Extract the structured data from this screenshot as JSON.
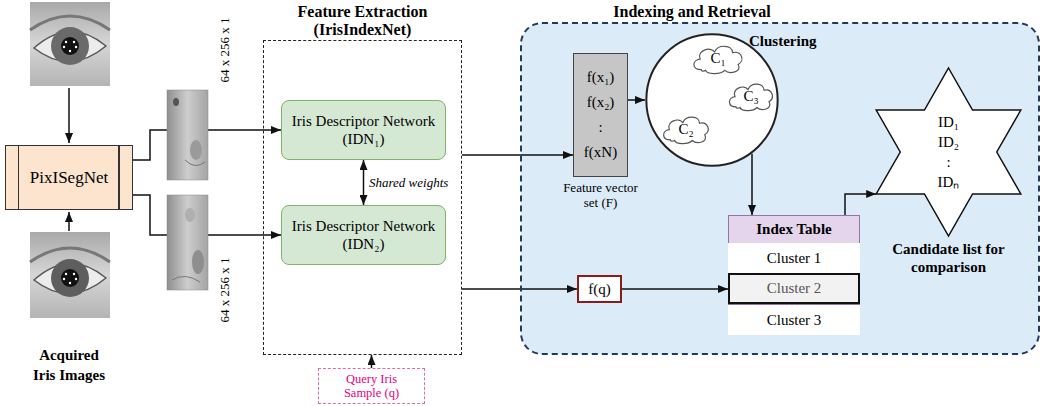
{
  "diagram": {
    "nodes": [
      {
        "text": [
          "PixISegNet"
        ]
      },
      {
        "text": [
          "Feature Extraction (IrisIndexNet)"
        ]
      },
      {
        "text": [
          "Iris Descriptor Network (IDN₁)"
        ],
        "in": 1
      },
      {
        "text": [
          "Iris Descriptor Network (IDN₂)"
        ],
        "in": 1
      },
      {
        "text": [
          "Query Iris Sample (q)"
        ]
      },
      {
        "text": [
          "Indexing and Retrieval"
        ]
      },
      {
        "text": [
          "f(x₁) f(x₂) : f(xN)",
          "Feature vector set (F)"
        ],
        "in": 5
      },
      {
        "text": [
          "Clustering"
        ],
        "in": 5
      },
      {
        "text": [
          "C₁"
        ],
        "in": 7
      },
      {
        "text": [
          "C₃"
        ],
        "in": 7
      },
      {
        "text": [
          "C₂"
        ],
        "in": 7
      },
      {
        "text": [
          "Index Table"
        ],
        "in": 5
      },
      {
        "text": [
          "Cluster 1"
        ],
        "in": 11
      },
      {
        "text": [
          "Cluster 2"
        ],
        "in": 11
      },
      {
        "text": [
          "Cluster 3"
        ],
        "in": 11
      },
      {
        "text": [
          "f(q)"
        ],
        "in": 5
      },
      {
        "text": [
          "ID₁ ID₂ : IDₙ",
          "Candidate list for comparison"
        ],
        "in": 5
      }
    ],
    "edges": [
      {
        "from": 0,
        "to": 2,
        "arrow": "to"
      },
      {
        "from": 0,
        "to": 3,
        "arrow": "to"
      },
      {
        "from": 2,
        "to": 3,
        "arrow": "both"
      },
      {
        "from": 1,
        "to": 6,
        "arrow": "to"
      },
      {
        "from": 1,
        "to": 15,
        "arrow": "to"
      },
      {
        "from": 4,
        "to": 1,
        "arrow": "to"
      },
      {
        "from": 6,
        "to": 7,
        "arrow": "to"
      },
      {
        "from": 7,
        "to": 11,
        "arrow": "to"
      },
      {
        "from": 15,
        "to": 13,
        "arrow": "to"
      },
      {
        "from": 11,
        "to": 16,
        "arrow": "to"
      }
    ],
    "labels": [
      "64 x 256 x 1",
      "64 x 256 x 1",
      "Shared weights",
      "Acquired Iris Images"
    ]
  }
}
